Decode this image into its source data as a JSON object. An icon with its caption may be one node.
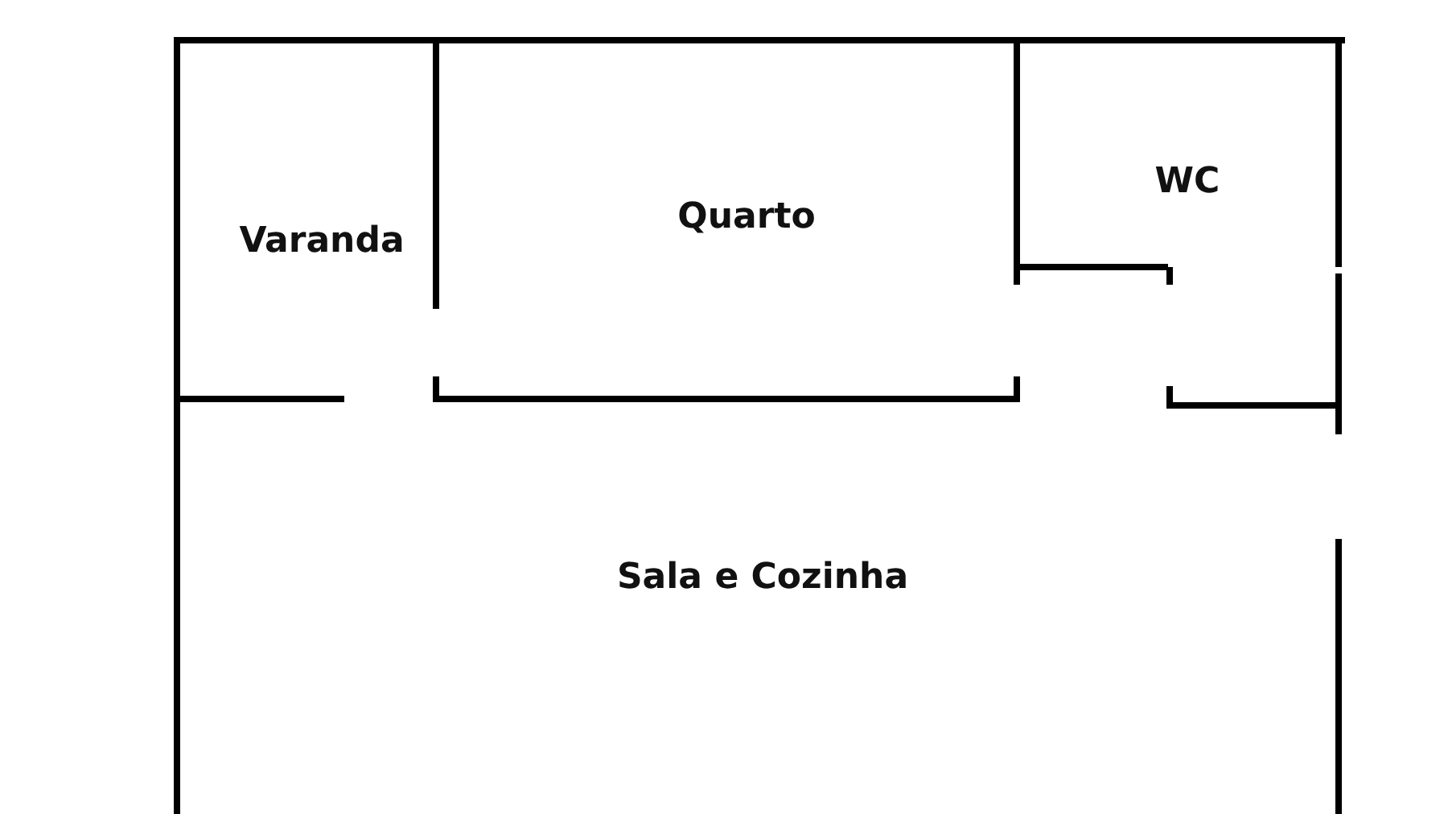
{
  "diagram": {
    "nodes": [
      {
        "text": [
          "Varanda"
        ]
      },
      {
        "text": [
          "Quarto"
        ]
      },
      {
        "text": [
          "WC"
        ]
      },
      {
        "text": [
          "Sala e Cozinha"
        ]
      }
    ]
  }
}
